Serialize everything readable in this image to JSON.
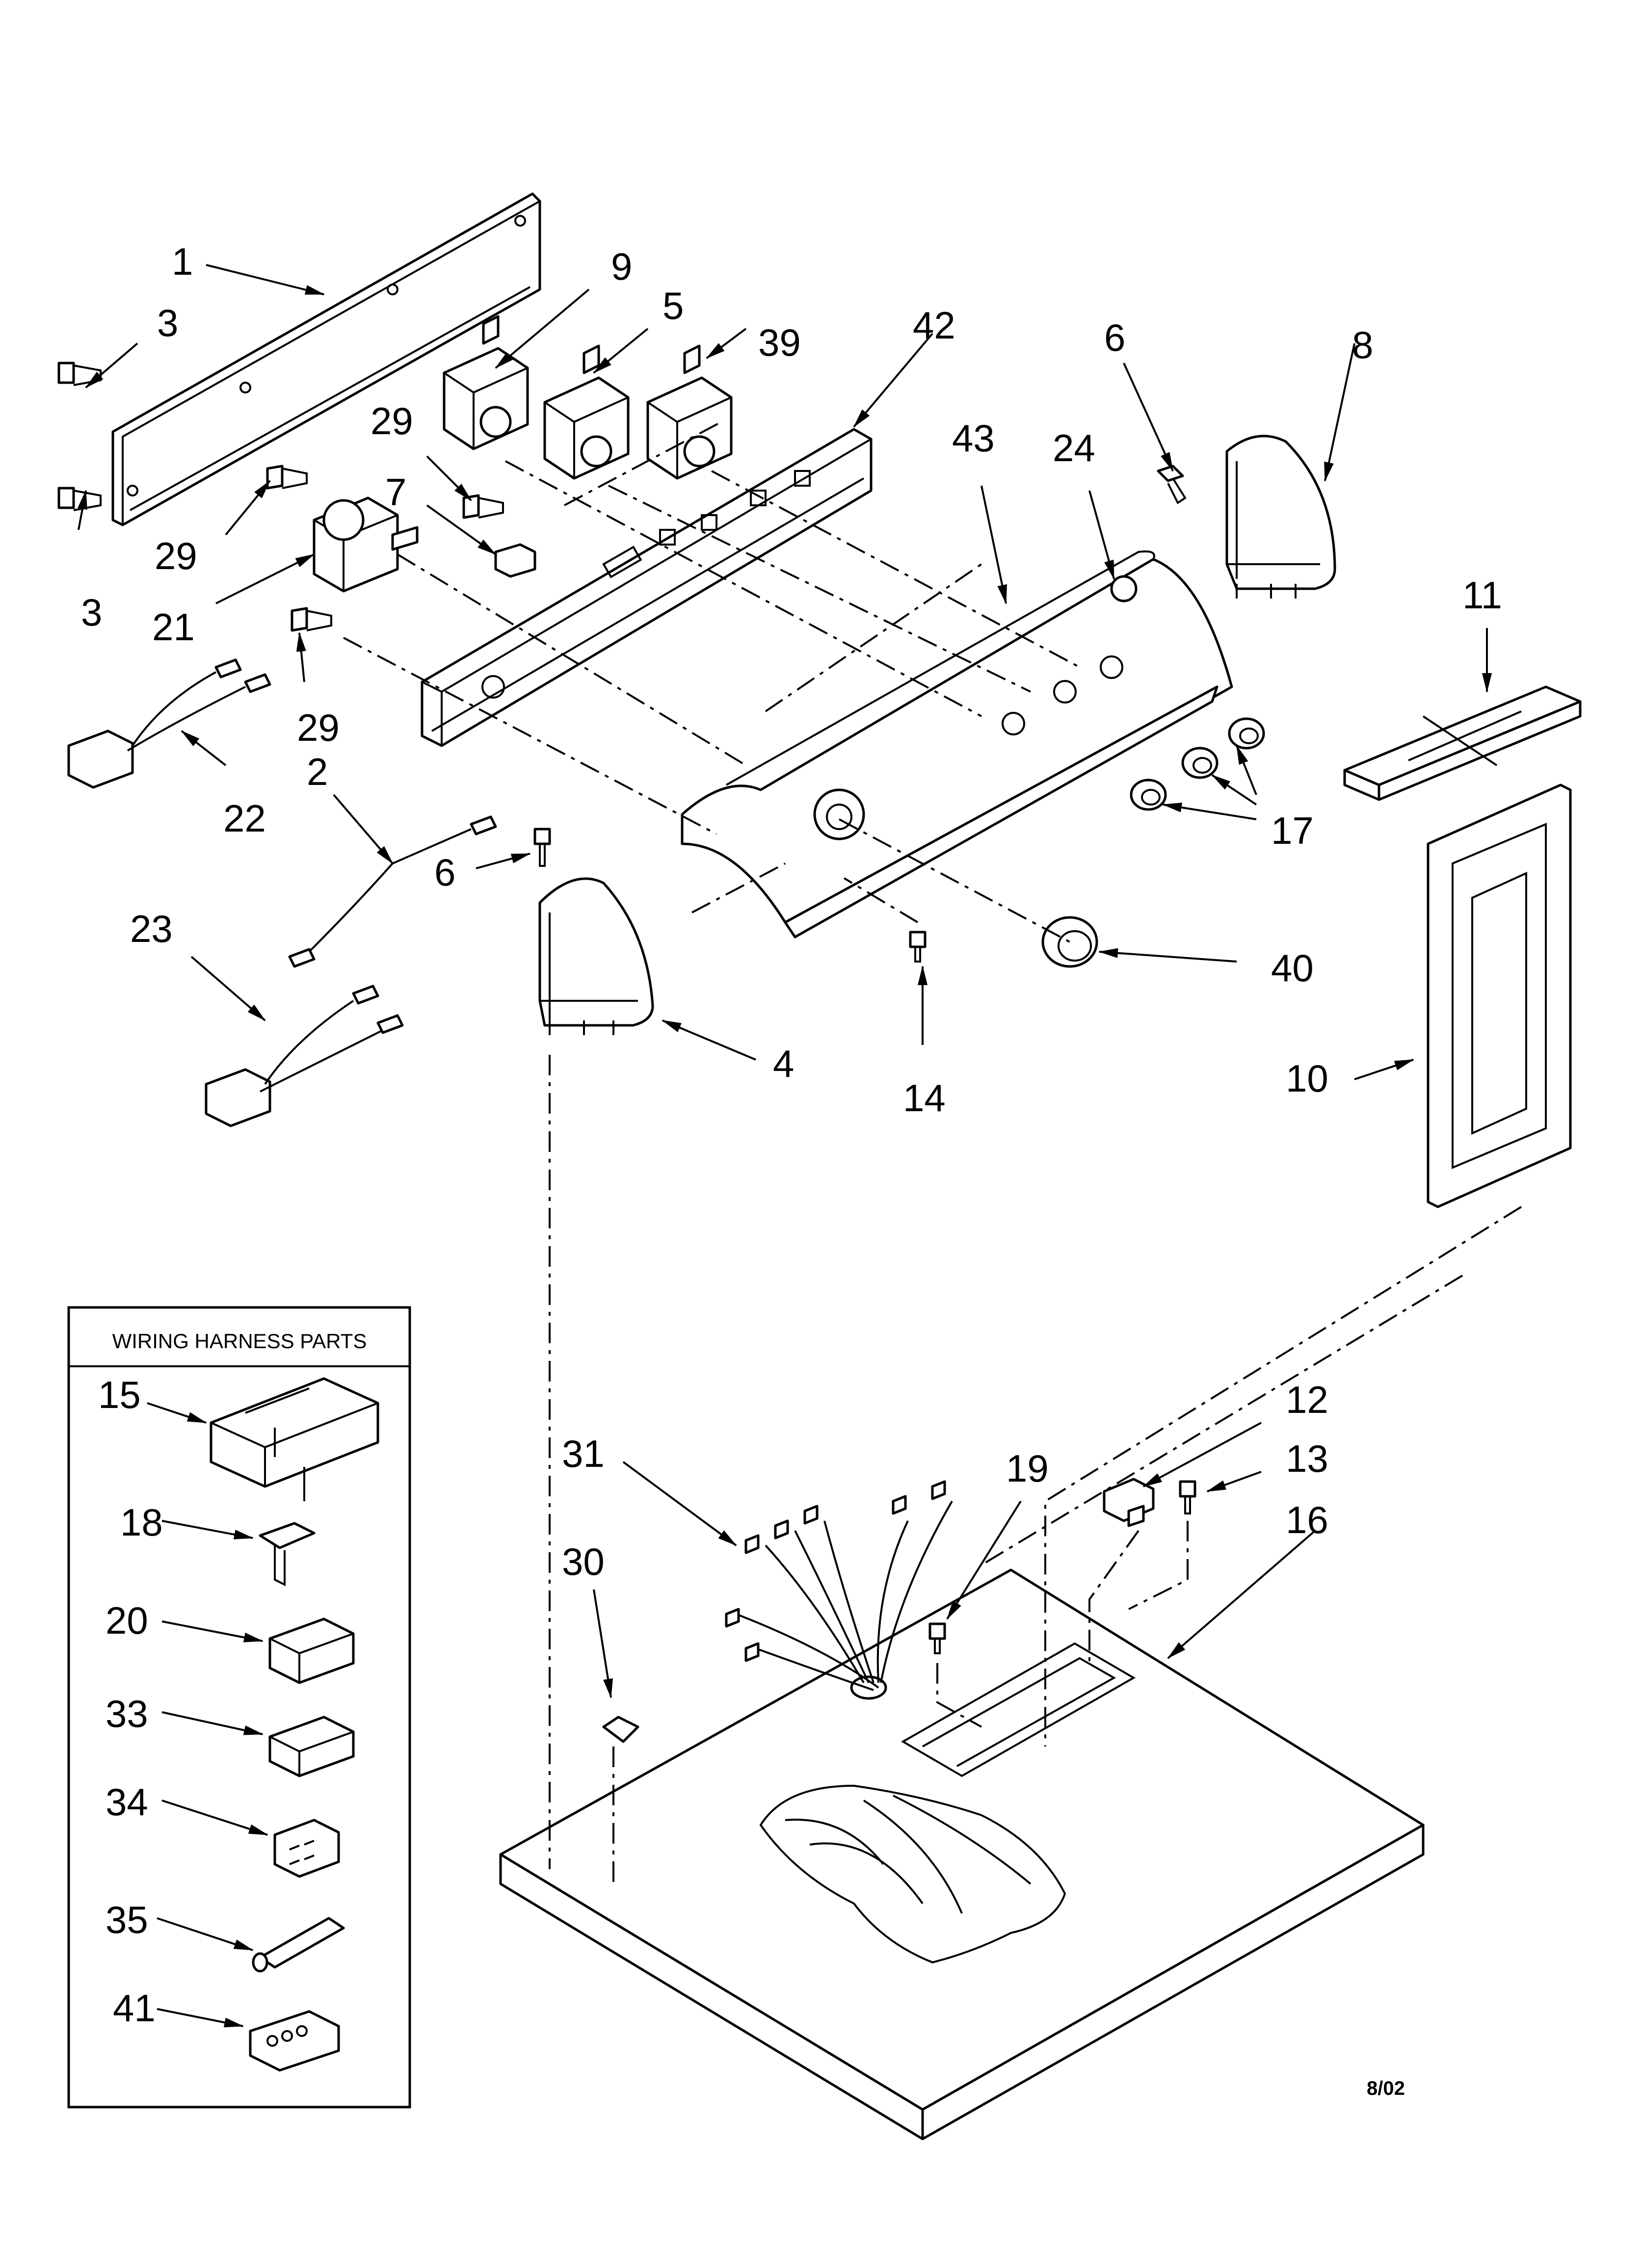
{
  "diagram": {
    "callouts": [
      "1",
      "3",
      "9",
      "5",
      "39",
      "42",
      "6",
      "8",
      "43",
      "24",
      "29",
      "7",
      "3",
      "29",
      "21",
      "29",
      "11",
      "22",
      "2",
      "17",
      "6",
      "23",
      "40",
      "4",
      "10",
      "14",
      "12",
      "13",
      "16",
      "31",
      "19",
      "30"
    ],
    "inset": {
      "title": "WIRING HARNESS PARTS",
      "items": [
        "15",
        "18",
        "20",
        "33",
        "34",
        "35",
        "41"
      ]
    },
    "date_code": "8/02"
  }
}
